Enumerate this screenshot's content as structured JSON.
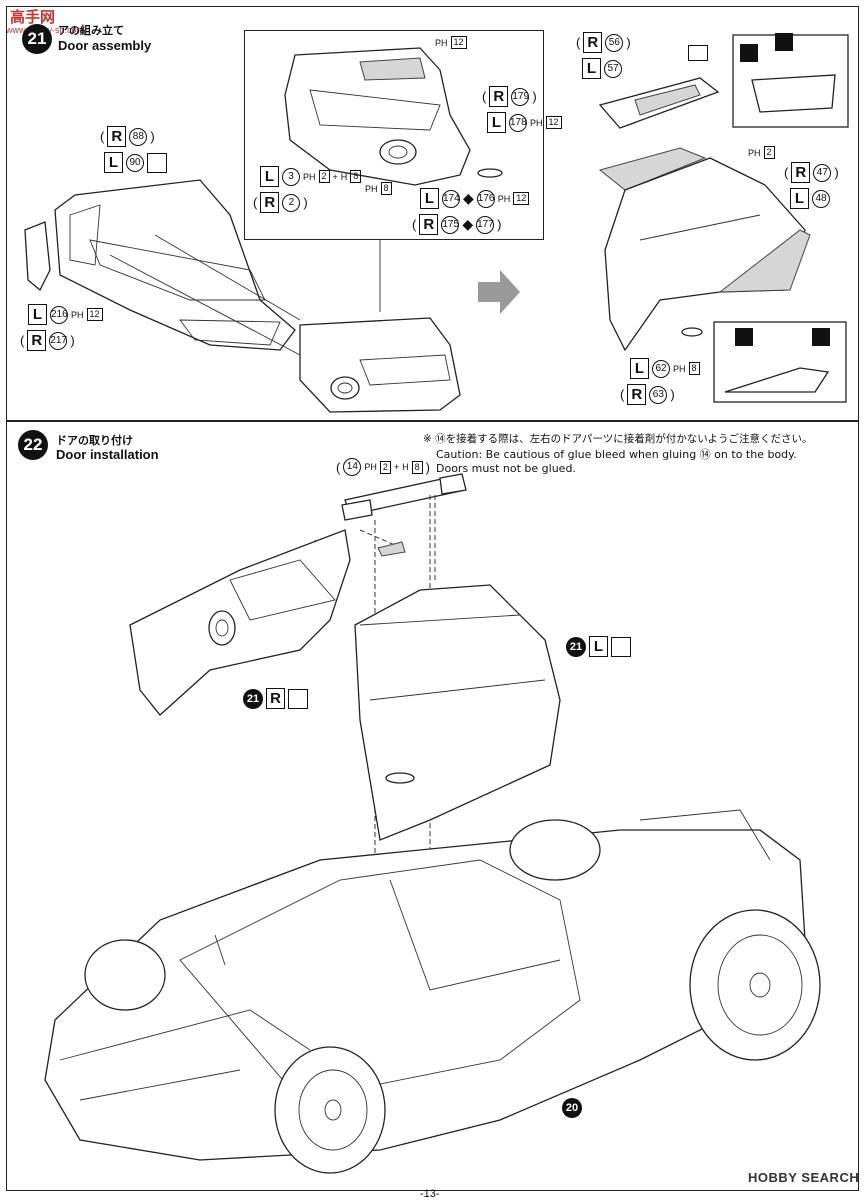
{
  "watermark": {
    "site_cn": "高手网",
    "site_url": "www.hobby-sh.com",
    "hobby_search": "HOBBY SEARCH"
  },
  "step21": {
    "number": "21",
    "title_jp": "アの組み立て",
    "title_en": "Door assembly"
  },
  "step22": {
    "number": "22",
    "title_jp": "ドアの取り付け",
    "title_en": "Door installation",
    "note_jp": "※ ⑭を接着する際は、左右のドアパーツに接着剤が付かないようご注意ください。",
    "note_en1": "Caution: Be cautious of glue bleed when gluing ⑭ on to the body.",
    "note_en2": "Doors must not be glued."
  },
  "labels": {
    "R": "R",
    "L": "L",
    "paren_open": "(",
    "paren_close": ")",
    "p88": "88",
    "p90": "90",
    "p216": "216",
    "p217": "217",
    "p3": "3",
    "p2": "2",
    "p179": "179",
    "p178": "178",
    "p174": "174",
    "p176": "176",
    "p175": "175",
    "p177": "177",
    "p56": "56",
    "p57": "57",
    "p47": "47",
    "p48": "48",
    "p62": "62",
    "p63": "63",
    "p14": "14",
    "p20": "20",
    "p21": "21",
    "ph": "PH",
    "h": "H",
    "plus": "+",
    "ph12": "12",
    "ph2": "2",
    "ph8": "8"
  },
  "page_number": "-13-"
}
